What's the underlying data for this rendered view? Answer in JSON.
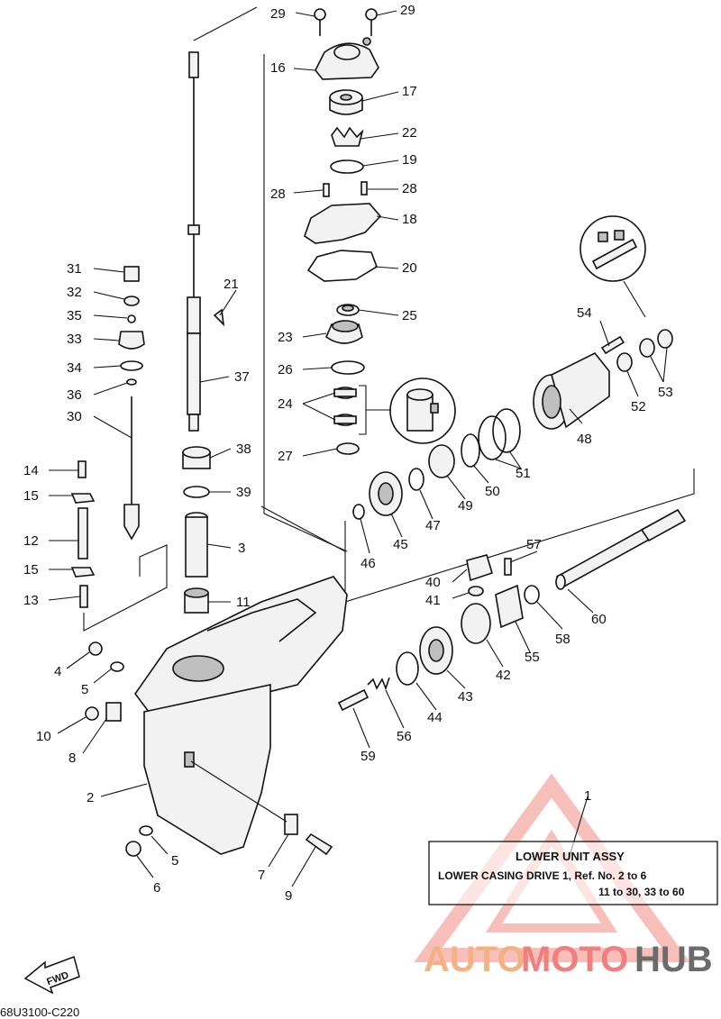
{
  "callouts": {
    "n1": "1",
    "n2": "2",
    "n3": "3",
    "n4": "4",
    "n5a": "5",
    "n5b": "5",
    "n6": "6",
    "n7": "7",
    "n8": "8",
    "n9": "9",
    "n10": "10",
    "n11": "11",
    "n12": "12",
    "n13": "13",
    "n14": "14",
    "n15a": "15",
    "n15b": "15",
    "n16": "16",
    "n17": "17",
    "n18": "18",
    "n19": "19",
    "n20": "20",
    "n21": "21",
    "n22": "22",
    "n23": "23",
    "n24": "24",
    "n25": "25",
    "n26": "26",
    "n27": "27",
    "n28a": "28",
    "n28b": "28",
    "n29a": "29",
    "n29b": "29",
    "n30": "30",
    "n31": "31",
    "n32": "32",
    "n33": "33",
    "n34": "34",
    "n35": "35",
    "n36": "36",
    "n37": "37",
    "n38": "38",
    "n39": "39",
    "n40": "40",
    "n41": "41",
    "n42": "42",
    "n43": "43",
    "n44": "44",
    "n45": "45",
    "n46": "46",
    "n47": "47",
    "n48": "48",
    "n49": "49",
    "n50": "50",
    "n51": "51",
    "n52": "52",
    "n53": "53",
    "n54": "54",
    "n55": "55",
    "n56": "56",
    "n57": "57",
    "n58": "58",
    "n59": "59",
    "n60": "60"
  },
  "info_box": {
    "title": "LOWER  UNIT  ASSY",
    "line1": "LOWER CASING DRIVE 1, Ref. No. 2 to 6",
    "line2": "11 to 30, 33 to 60"
  },
  "fwd_label": "FWD",
  "drawing_code": "68U3100-C220",
  "watermark": {
    "part1": "AUTO",
    "part2": "MOTO",
    "part3": "HUB",
    "color1": "#f4b183",
    "color2": "#f08080",
    "color3": "#6b6b6b"
  },
  "colors": {
    "line": "#111111",
    "watermark_triangle": "#f28b82"
  }
}
